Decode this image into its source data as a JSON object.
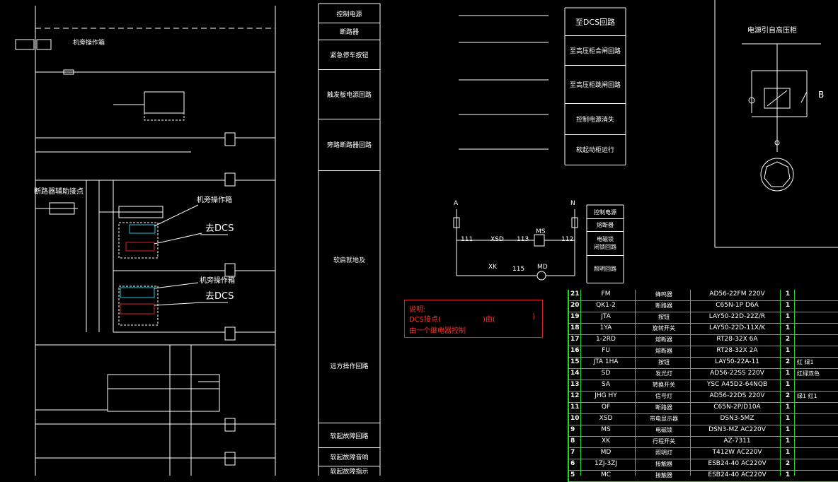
{
  "left_labels": {
    "local_box_1": "机旁操作箱",
    "breaker_aux": "断路器辅助接点",
    "local_box_2": "机旁操作箱",
    "local_box_3": "机旁操作箱",
    "to_dcs_1": "去DCS",
    "to_dcs_2": "去DCS"
  },
  "function_column": [
    "控制电源",
    "断路器",
    "紧急停车按钮",
    "触发板电源回路",
    "旁路断路器回路",
    "软启就地及",
    "远方操作回路",
    "软起故障回路",
    "软起故障音响",
    "软起故障指示"
  ],
  "dcs_column": [
    "至DCS回路",
    "至高压柜合闸回路",
    "至高压柜跳闸回路",
    "控制电源消失",
    "软起动柜运行"
  ],
  "small_circuit": {
    "phase_a": "A",
    "phase_n": "N",
    "wire_111": "111",
    "xsd": "XSD",
    "wire_113": "113",
    "ms": "MS",
    "wire_112": "112",
    "xk": "XK",
    "wire_115": "115",
    "md": "MD",
    "boxes": [
      "控制电源",
      "熔断器",
      "电磁锁\n闭锁回路",
      "照明回路"
    ]
  },
  "note": {
    "line1": "说明:",
    "line2": "DCS接点(",
    "line3": ")由(",
    "line4": ")",
    "line5": "由一个继电器控制"
  },
  "one_line": {
    "title": "电源引自高压柜",
    "label_b": "B"
  },
  "bom": [
    {
      "no": "21",
      "code": "FM",
      "name": "蜂鸣器",
      "model": "AD56-22FM 220V",
      "qty": "1",
      "note": ""
    },
    {
      "no": "20",
      "code": "QK1-2",
      "name": "断路器",
      "model": "C65N-1P D6A",
      "qty": "1",
      "note": ""
    },
    {
      "no": "19",
      "code": "JTA",
      "name": "按钮",
      "model": "LAY50-22D-22Z/R",
      "qty": "1",
      "note": ""
    },
    {
      "no": "18",
      "code": "1YA",
      "name": "旋转开关",
      "model": "LAY50-22D-11X/K",
      "qty": "1",
      "note": ""
    },
    {
      "no": "17",
      "code": "1-2RD",
      "name": "熔断器",
      "model": "RT28-32X 6A",
      "qty": "2",
      "note": ""
    },
    {
      "no": "16",
      "code": "FU",
      "name": "熔断器",
      "model": "RT28-32X 2A",
      "qty": "1",
      "note": ""
    },
    {
      "no": "15",
      "code": "JTA 1HA",
      "name": "按钮",
      "model": "LAY50-22A-11",
      "qty": "2",
      "note": "红 绿1"
    },
    {
      "no": "14",
      "code": "SD",
      "name": "发光灯",
      "model": "AD56-22SS 220V",
      "qty": "1",
      "note": "红绿双色"
    },
    {
      "no": "13",
      "code": "SA",
      "name": "转换开关",
      "model": "YSC A45D2-64NQB",
      "qty": "1",
      "note": ""
    },
    {
      "no": "12",
      "code": "JHG HY",
      "name": "信号灯",
      "model": "AD56-22DS 220V",
      "qty": "2",
      "note": "绿1 红1"
    },
    {
      "no": "11",
      "code": "QF",
      "name": "断路器",
      "model": "C65N-2P/D10A",
      "qty": "1",
      "note": ""
    },
    {
      "no": "10",
      "code": "XSD",
      "name": "带电显示器",
      "model": "DSN3-5MZ",
      "qty": "1",
      "note": ""
    },
    {
      "no": "9",
      "code": "MS",
      "name": "电磁锁",
      "model": "DSN3-MZ AC220V",
      "qty": "1",
      "note": ""
    },
    {
      "no": "8",
      "code": "XK",
      "name": "行程开关",
      "model": "AZ-7311",
      "qty": "1",
      "note": ""
    },
    {
      "no": "7",
      "code": "MD",
      "name": "照明灯",
      "model": "T412W AC220V",
      "qty": "1",
      "note": ""
    },
    {
      "no": "6",
      "code": "1ZJ-3ZJ",
      "name": "接触器",
      "model": "ESB24-40 AC220V",
      "qty": "2",
      "note": ""
    },
    {
      "no": "5",
      "code": "MC",
      "name": "接触器",
      "model": "ESB24-40 AC220V",
      "qty": "1",
      "note": ""
    }
  ],
  "colors": {
    "line": "#ffffff",
    "table_grid": "#1fdc1f",
    "note_red": "#e02020",
    "highlight_cyan": "#22c8e0"
  }
}
